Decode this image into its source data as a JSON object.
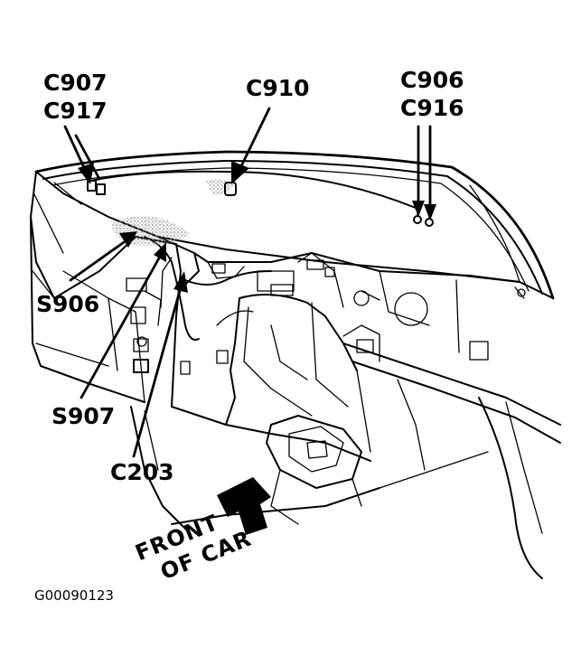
{
  "figure_id": "G00090123",
  "callouts": {
    "c907": "C907",
    "c917": "C917",
    "c910": "C910",
    "c906": "C906",
    "c916": "C916",
    "s906": "S906",
    "s907": "S907",
    "c203": "C203"
  },
  "orientation": {
    "line1": "FRONT",
    "line2": "OF CAR"
  },
  "colors": {
    "ink": "#000000",
    "paper": "#ffffff",
    "stipple": "#9a9a9a"
  }
}
